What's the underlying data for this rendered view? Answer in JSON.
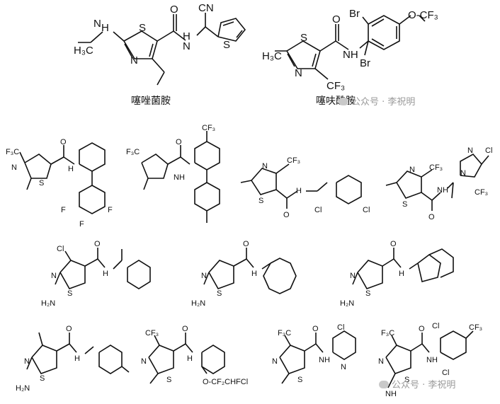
{
  "captions": {
    "thifluzamide_left": "噻唑菌胺",
    "thifluzamide_right": "噻呋酰胺"
  },
  "watermark": {
    "text_top": "公众号 · 李祝明",
    "text_bottom": "公众号 · 李祝明"
  },
  "atoms": {
    "H3C": "H₃C",
    "N": "N",
    "NH": "NH",
    "H": "H",
    "S": "S",
    "O": "O",
    "CN": "CN",
    "Br": "Br",
    "CF3": "CF₃",
    "F3C": "F₃C",
    "OCF3": "O-CF₃",
    "Cl": "Cl",
    "F": "F",
    "H2N": "H₂N",
    "OCF2": "O-CF₂CHFCl",
    "NHMe": "NH"
  }
}
